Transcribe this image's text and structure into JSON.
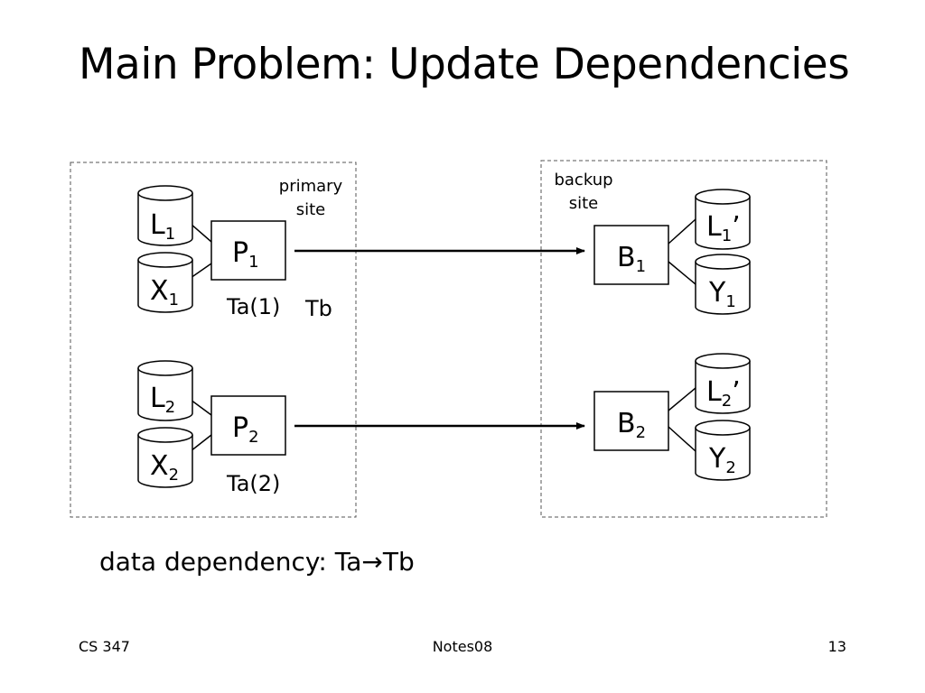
{
  "slide": {
    "title": "Main Problem: Update Dependencies",
    "caption_prefix": "data dependency: ",
    "caption_from": "Ta",
    "caption_arrow": "→",
    "caption_to": "Tb",
    "footer_left": "CS 347",
    "footer_center": "Notes08",
    "footer_right": "13"
  },
  "diagram": {
    "primary_label_line1": "primary",
    "primary_label_line2": "site",
    "backup_label_line1": "backup",
    "backup_label_line2": "site",
    "L1": {
      "base": "L",
      "sub": "1"
    },
    "X1": {
      "base": "X",
      "sub": "1"
    },
    "P1": {
      "base": "P",
      "sub": "1"
    },
    "L2": {
      "base": "L",
      "sub": "2"
    },
    "X2": {
      "base": "X",
      "sub": "2"
    },
    "P2": {
      "base": "P",
      "sub": "2"
    },
    "B1": {
      "base": "B",
      "sub": "1"
    },
    "B2": {
      "base": "B",
      "sub": "2"
    },
    "L1p": {
      "base": "L",
      "sub": "1",
      "prime": "’"
    },
    "Y1": {
      "base": "Y",
      "sub": "1"
    },
    "L2p": {
      "base": "L",
      "sub": "2",
      "prime": "’"
    },
    "Y2": {
      "base": "Y",
      "sub": "2"
    },
    "ta1": "Ta(1)",
    "tb": "Tb",
    "ta2": "Ta(2)"
  }
}
